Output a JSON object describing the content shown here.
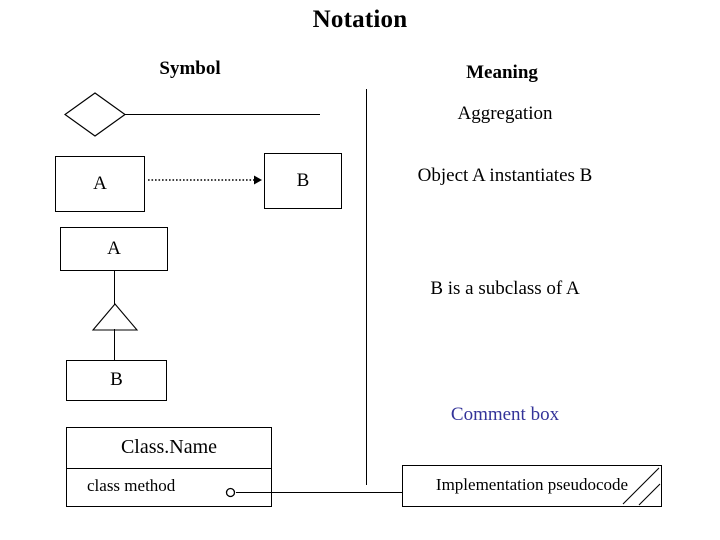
{
  "slide": {
    "title": "Notation",
    "background_color": "#ffffff",
    "line_color": "#000000",
    "text_color": "#000000",
    "accent_color": "#333399"
  },
  "columns": {
    "symbol_header": "Symbol",
    "meaning_header": "Meaning"
  },
  "rows": [
    {
      "symbol": "aggregation-diamond-line",
      "meaning": "Aggregation"
    },
    {
      "symbol": "dependency-dotted-arrow",
      "box_from": "A",
      "box_to": "B",
      "meaning": "Object A instantiates B"
    },
    {
      "symbol": "generalization-hollow-triangle",
      "box_super": "A",
      "box_sub": "B",
      "meaning": "B is a subclass of A"
    },
    {
      "symbol": "class-box-with-note",
      "meaning": "Comment box"
    }
  ],
  "meanings": {
    "aggregation": "Aggregation",
    "instantiate": "Object A instantiates B",
    "subclass": "B is a subclass of A",
    "comment_box": "Comment box"
  },
  "boxes": {
    "a_instantiate": "A",
    "b_instantiate": "B",
    "a_super": "A",
    "b_sub": "B"
  },
  "class_box": {
    "name": "Class.Name",
    "member": "class method"
  },
  "note": {
    "text": "Implementation pseudocode"
  }
}
